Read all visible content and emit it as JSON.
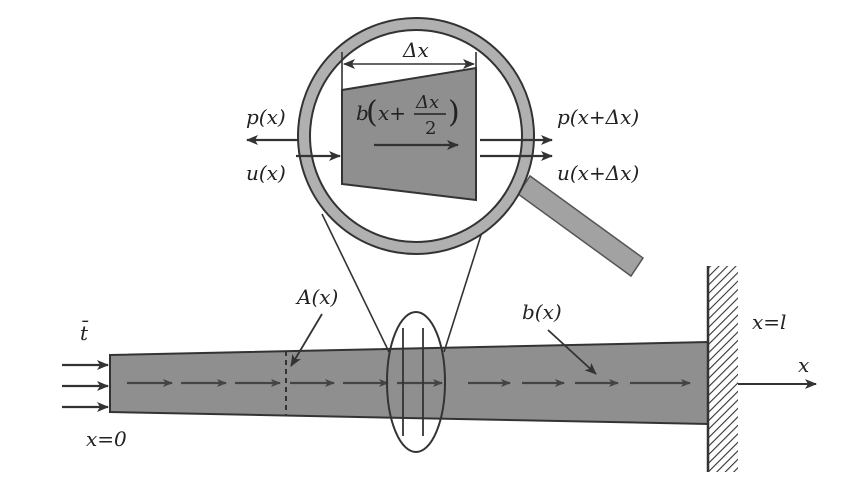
{
  "magnifier": {
    "delta_x": "Δx",
    "b_label": "b",
    "b_arg_open": "(",
    "b_arg_x": "x+",
    "b_arg_frac_num": "Δx",
    "b_arg_frac_den": "2",
    "b_arg_close": ")",
    "p_left": "p(x)",
    "u_left": "u(x)",
    "p_right": "p(x+Δx)",
    "u_right": "u(x+Δx)"
  },
  "bar": {
    "traction": "t̄",
    "area": "A(x)",
    "body_force": "b(x)",
    "start": "x=0",
    "end": "x=l",
    "axis": "x"
  },
  "colors": {
    "bar_fill": "#8f8f8f",
    "element_fill": "#8f8f8f",
    "handle_fill": "#a2a2a2",
    "ring_fill": "#b0b0b0",
    "stroke": "#333333"
  }
}
